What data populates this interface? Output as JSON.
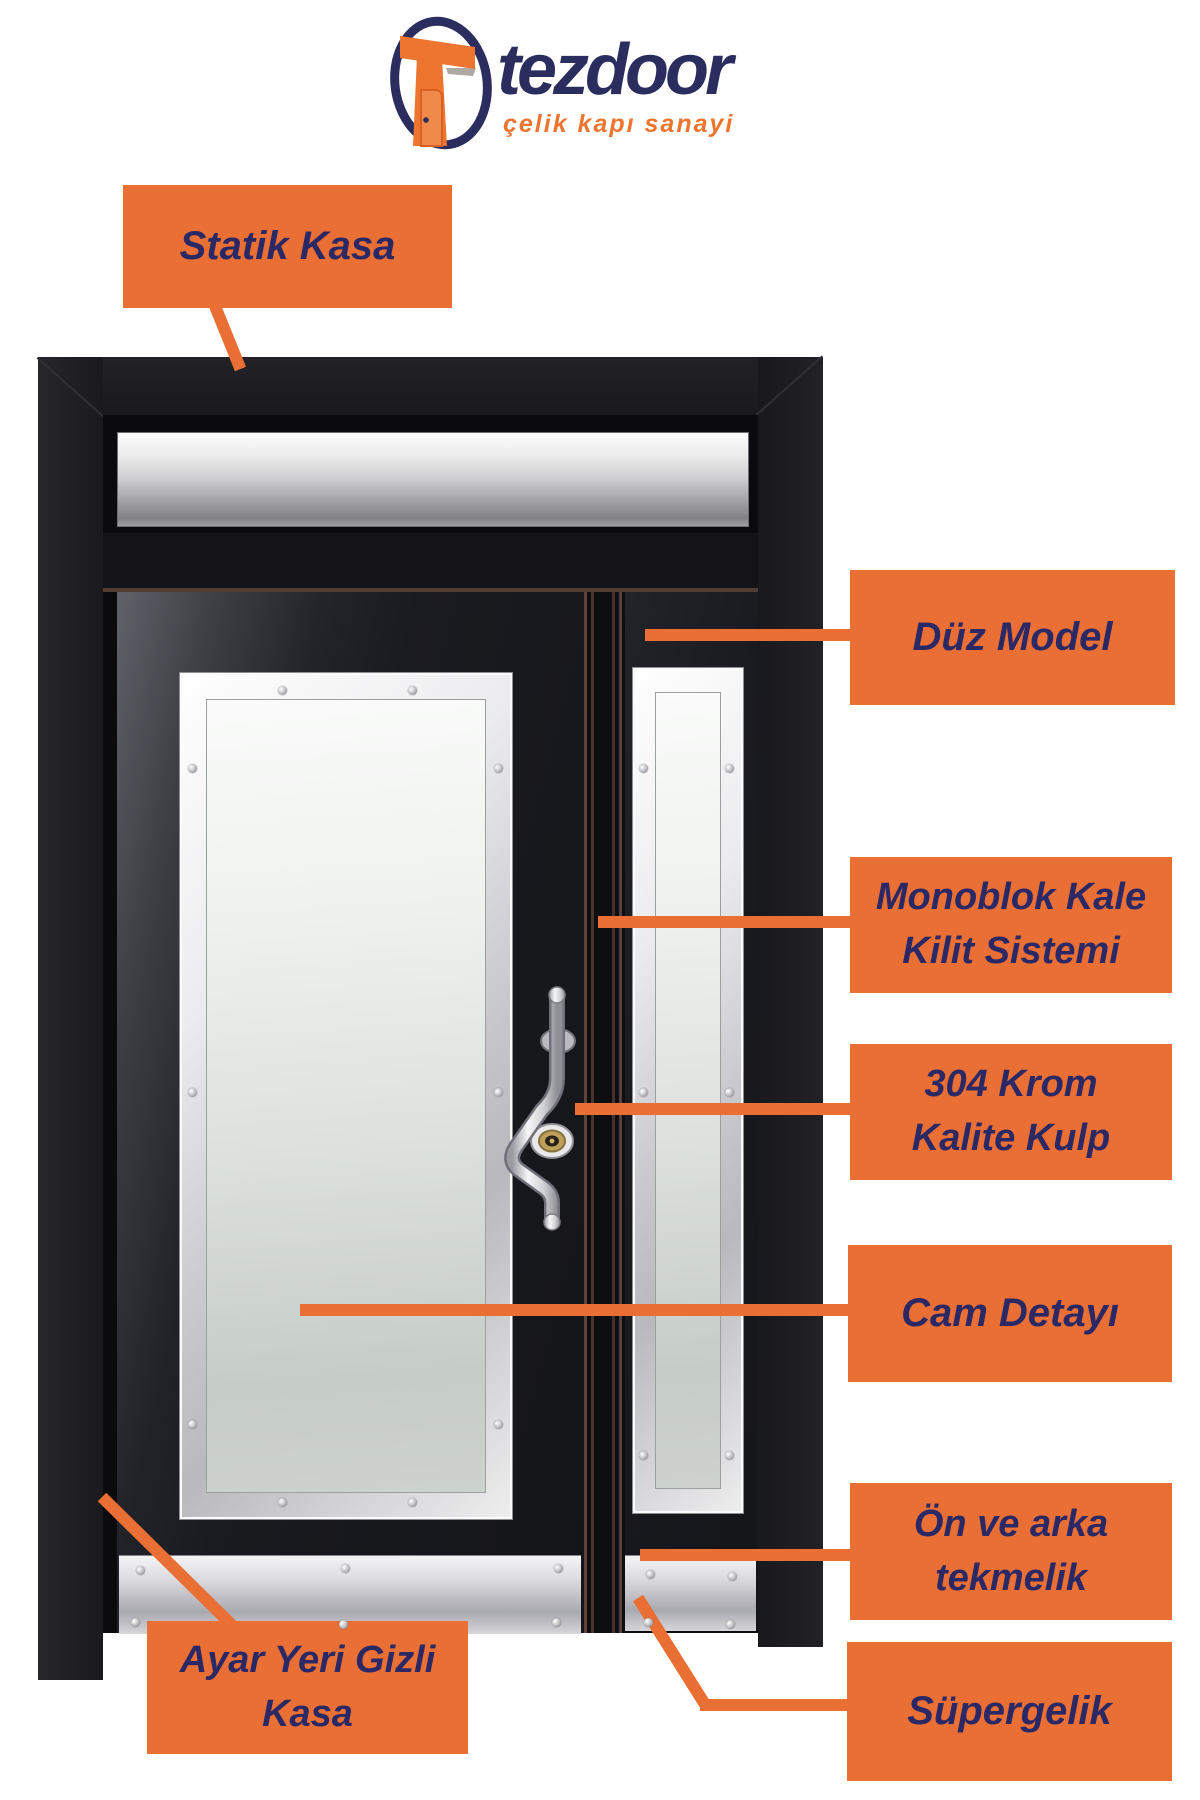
{
  "brand": {
    "name": "tezdoor",
    "tagline": "çelik kapı sanayi"
  },
  "callouts": {
    "statik_kasa": {
      "lines": [
        "Statik Kasa"
      ]
    },
    "duz_model": {
      "lines": [
        "Düz Model"
      ]
    },
    "monoblok": {
      "lines": [
        "Monoblok Kale",
        "Kilit Sistemi"
      ]
    },
    "krom_kulp": {
      "lines": [
        "304 Krom",
        "Kalite Kulp"
      ]
    },
    "cam_detayi": {
      "lines": [
        "Cam Detayı"
      ]
    },
    "tekmelik": {
      "lines": [
        "Ön ve arka",
        "tekmelik"
      ]
    },
    "ayar_kasa": {
      "lines": [
        "Ayar Yeri Gizli",
        "Kasa"
      ]
    },
    "supergelik": {
      "lines": [
        "Süpergelik"
      ]
    }
  },
  "colors": {
    "accent": "#EA6F35",
    "label_text": "#2B2866",
    "logo_navy": "#2A2D5E",
    "logo_orange": "#EE752F"
  }
}
